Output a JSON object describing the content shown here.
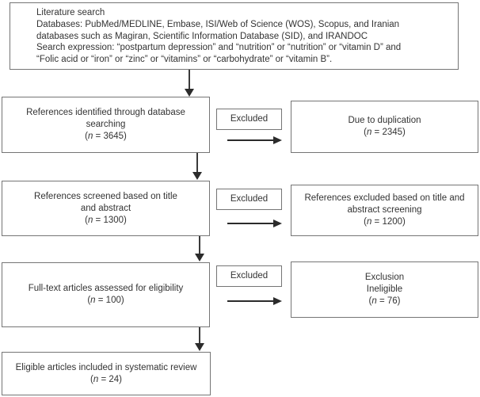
{
  "diagram": {
    "type": "prisma-literature-search-flowchart",
    "colors": {
      "box_border": "#757575",
      "arrow": "#2b2b2b",
      "text": "#333333",
      "background": "#ffffff"
    },
    "title_box": {
      "lines": [
        "Literature search",
        "Databases: PubMed/MEDLINE, Embase, ISI/Web of Science (WOS), Scopus, and Iranian",
        "databases such as Magiran, Scientific Information Database (SID), and IRANDOC",
        "Search expression: “postpartum depression” and “nutrition” or “nutrition” or “vitamin D” and",
        "“Folic acid or “iron” or “zinc” or “vitamins” or “carbohydrate” or “vitamin B”."
      ]
    },
    "left_nodes": [
      {
        "lines": [
          "References identified through database",
          "searching"
        ],
        "n_open": "(",
        "n_var": "n",
        "n_rest": " = 3645)",
        "n_value": 3645
      },
      {
        "lines": [
          "References screened based on title",
          "and abstract"
        ],
        "n_open": "(",
        "n_var": "n",
        "n_rest": " = 1300)",
        "n_value": 1300
      },
      {
        "lines": [
          "Full-text articles assessed for eligibility"
        ],
        "n_open": "(",
        "n_var": "n",
        "n_rest": " = 100)",
        "n_value": 100
      },
      {
        "lines": [
          "Eligible articles included in systematic review"
        ],
        "n_open": "(",
        "n_var": "n",
        "n_rest": " = 24)",
        "n_value": 24
      }
    ],
    "excluded_labels": [
      "Excluded",
      "Excluded",
      "Excluded"
    ],
    "right_nodes": [
      {
        "lines": [
          "Due to duplication"
        ],
        "n_open": "(",
        "n_var": "n",
        "n_rest": " = 2345)",
        "n_value": 2345
      },
      {
        "lines": [
          "References excluded based on title and",
          "abstract screening"
        ],
        "n_open": "(",
        "n_var": "n",
        "n_rest": " = 1200)",
        "n_value": 1200
      },
      {
        "lines": [
          "Exclusion",
          "Ineligible"
        ],
        "n_open": "(",
        "n_var": "n",
        "n_rest": " = 76)",
        "n_value": 76
      }
    ]
  }
}
